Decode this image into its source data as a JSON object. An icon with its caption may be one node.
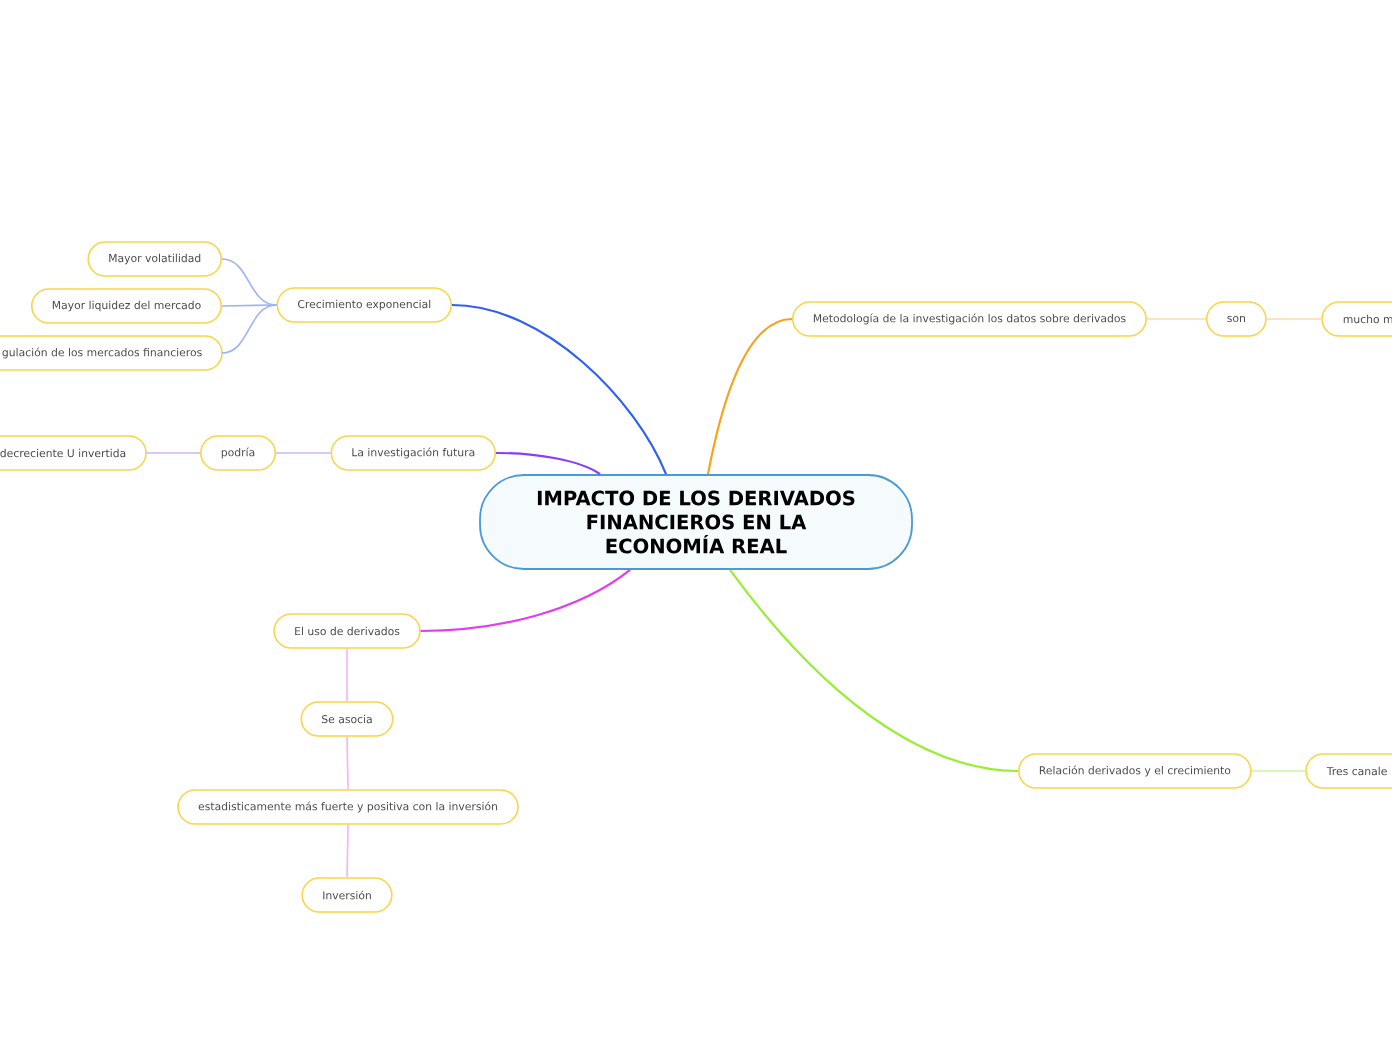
{
  "diagram": {
    "nodes": [
      {
        "text": [
          "IMPACTO DE LOS DERIVADOS FINANCIEROS EN LA ECONOMÍA REAL"
        ]
      },
      {
        "text": [
          "Crecimiento exponencial"
        ]
      },
      {
        "text": [
          "Mayor volatilidad"
        ]
      },
      {
        "text": [
          "Mayor liquidez del mercado"
        ]
      },
      {
        "text": [
          "gulación de los mercados financieros"
        ]
      },
      {
        "text": [
          "La investigación futura"
        ]
      },
      {
        "text": [
          "podría"
        ]
      },
      {
        "text": [
          "decreciente U invertida"
        ]
      },
      {
        "text": [
          "Metodología de la investigación los datos sobre derivados"
        ]
      },
      {
        "text": [
          "son"
        ]
      },
      {
        "text": [
          "mucho m"
        ]
      },
      {
        "text": [
          "El uso de derivados"
        ]
      },
      {
        "text": [
          "Se asocia"
        ]
      },
      {
        "text": [
          "estadisticamente más fuerte y positiva con la inversión"
        ]
      },
      {
        "text": [
          "Inversión"
        ]
      },
      {
        "text": [
          "Relación derivados y el crecimiento"
        ]
      },
      {
        "text": [
          "Tres canale"
        ]
      }
    ],
    "edges": [
      {
        "from": 0,
        "to": 1,
        "arrow": "none",
        "color": "#2f5ff5"
      },
      {
        "from": 1,
        "to": 2,
        "arrow": "none",
        "color": "#9db2f7"
      },
      {
        "from": 1,
        "to": 3,
        "arrow": "none",
        "color": "#9db2f7"
      },
      {
        "from": 1,
        "to": 4,
        "arrow": "none",
        "color": "#9db2f7"
      },
      {
        "from": 0,
        "to": 5,
        "arrow": "none",
        "color": "#8c3cf5"
      },
      {
        "from": 5,
        "to": 6,
        "arrow": "none",
        "color": "#cbb6f8"
      },
      {
        "from": 6,
        "to": 7,
        "arrow": "none",
        "color": "#cbb6f8"
      },
      {
        "from": 0,
        "to": 8,
        "arrow": "none",
        "color": "#f7a21c"
      },
      {
        "from": 8,
        "to": 9,
        "arrow": "none",
        "color": "#ffd9a8"
      },
      {
        "from": 9,
        "to": 10,
        "arrow": "none",
        "color": "#ffd9a8"
      },
      {
        "from": 0,
        "to": 11,
        "arrow": "none",
        "color": "#e23cf2"
      },
      {
        "from": 11,
        "to": 12,
        "arrow": "none",
        "color": "#f5b2f8"
      },
      {
        "from": 12,
        "to": 13,
        "arrow": "none",
        "color": "#f5b2f8"
      },
      {
        "from": 13,
        "to": 14,
        "arrow": "none",
        "color": "#f5b2f8"
      },
      {
        "from": 0,
        "to": 15,
        "arrow": "none",
        "color": "#98ee32"
      },
      {
        "from": 15,
        "to": 16,
        "arrow": "none",
        "color": "#c8f7a0"
      }
    ]
  }
}
